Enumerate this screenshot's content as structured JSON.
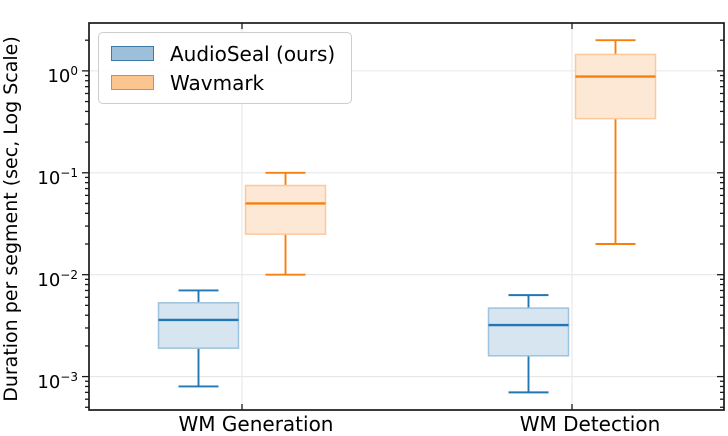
{
  "figure": {
    "ylabel": "Duration per segment (sec, Log Scale)"
  },
  "legend": {
    "position": "upper left",
    "items": [
      {
        "label": "AudioSeal (ours)",
        "swatch_fill": "#9dbfda",
        "swatch_edge": "#3b7ca9"
      },
      {
        "label": "Wavmark",
        "swatch_fill": "#fcc590",
        "swatch_edge": "#e9882f"
      }
    ]
  },
  "chart_data": {
    "type": "boxplot",
    "title": "",
    "xlabel": "",
    "ylabel": "Duration per segment (sec, Log Scale)",
    "yscale": "log",
    "ylim": [
      0.00047,
      2.95
    ],
    "y_tick_exponents": [
      0,
      -1,
      -2,
      -3
    ],
    "grid": true,
    "legend_position": "upper left",
    "categories": [
      "WM Generation",
      "WM Detection"
    ],
    "series": [
      {
        "name": "AudioSeal (ours)",
        "line_color": "#2077b4",
        "box_fill": "#d7e5f1",
        "box_edge": "#9dc3de",
        "boxes": [
          {
            "category": "WM Generation",
            "whislo": 0.0008,
            "q1": 0.0019,
            "med": 0.0036,
            "q3": 0.0053,
            "whishi": 0.007
          },
          {
            "category": "WM Detection",
            "whislo": 0.0007,
            "q1": 0.0016,
            "med": 0.0032,
            "q3": 0.0047,
            "whishi": 0.0063
          }
        ]
      },
      {
        "name": "Wavmark",
        "line_color": "#f5800e",
        "box_fill": "#fde8d5",
        "box_edge": "#fbc99c",
        "boxes": [
          {
            "category": "WM Generation",
            "whislo": 0.01,
            "q1": 0.025,
            "med": 0.05,
            "q3": 0.075,
            "whishi": 0.1
          },
          {
            "category": "WM Detection",
            "whislo": 0.02,
            "q1": 0.34,
            "med": 0.88,
            "q3": 1.45,
            "whishi": 2.0
          }
        ]
      }
    ],
    "colors": {
      "grid": "#e7e7e7",
      "spine": "#1a1a1a"
    }
  }
}
